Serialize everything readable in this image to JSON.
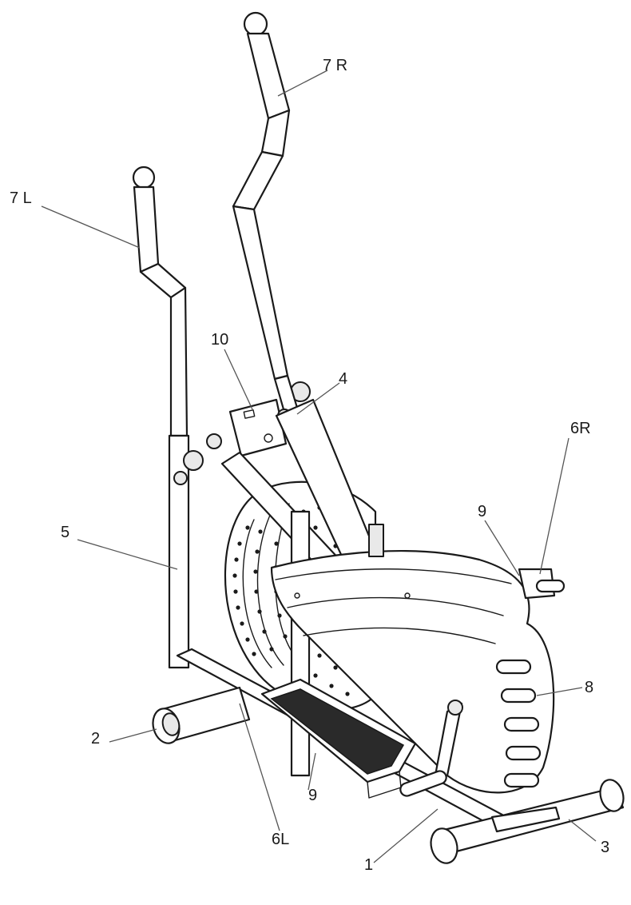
{
  "part_labels": {
    "p7R": "7 R",
    "p7L": "7 L",
    "p10": "10",
    "p4": "4",
    "p6R": "6R",
    "p5": "5",
    "p9_upper": "9",
    "p8": "8",
    "p2": "2",
    "p9_lower": "9",
    "p6L": "6L",
    "p1": "1",
    "p3": "3"
  }
}
